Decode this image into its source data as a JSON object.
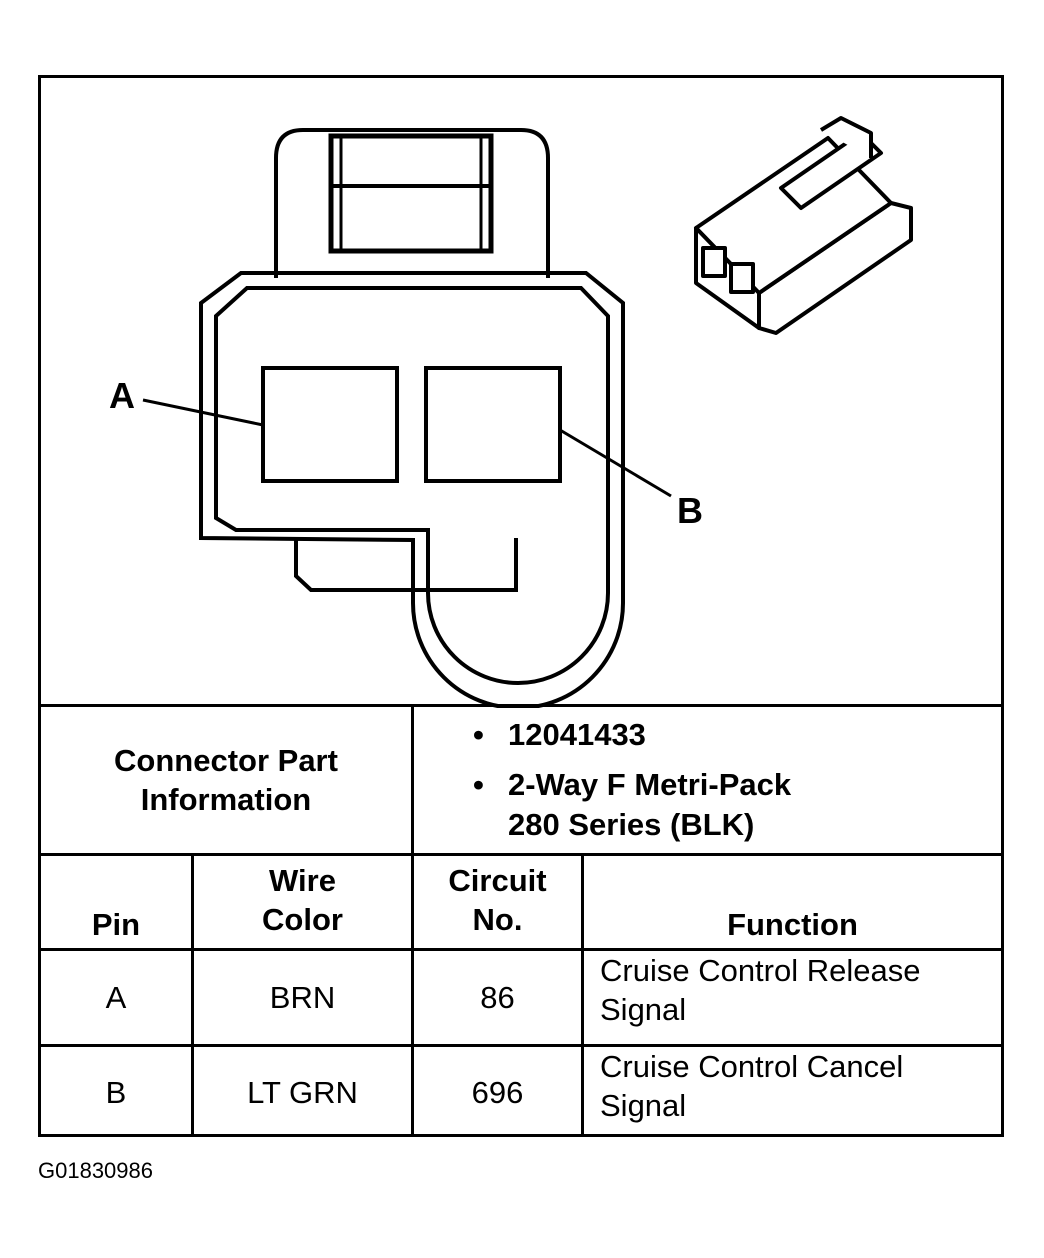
{
  "diagram": {
    "pin_a_label": "A",
    "pin_b_label": "B"
  },
  "part_info": {
    "label_line1": "Connector Part",
    "label_line2": "Information",
    "items": [
      {
        "lines": [
          "12041433"
        ]
      },
      {
        "lines": [
          "2-Way F Metri-Pack",
          "280 Series (BLK)"
        ]
      }
    ]
  },
  "table": {
    "headers": {
      "pin": "Pin",
      "wire_color_line1": "Wire",
      "wire_color_line2": "Color",
      "circuit_line1": "Circuit",
      "circuit_line2": "No.",
      "function": "Function"
    },
    "rows": [
      {
        "pin": "A",
        "wire_color": "BRN",
        "circuit": "86",
        "function_line1": "Cruise Control Release",
        "function_line2": "Signal"
      },
      {
        "pin": "B",
        "wire_color": "LT GRN",
        "circuit": "696",
        "function_line1": "Cruise Control Cancel",
        "function_line2": "Signal"
      }
    ]
  },
  "figure_code": "G01830986"
}
